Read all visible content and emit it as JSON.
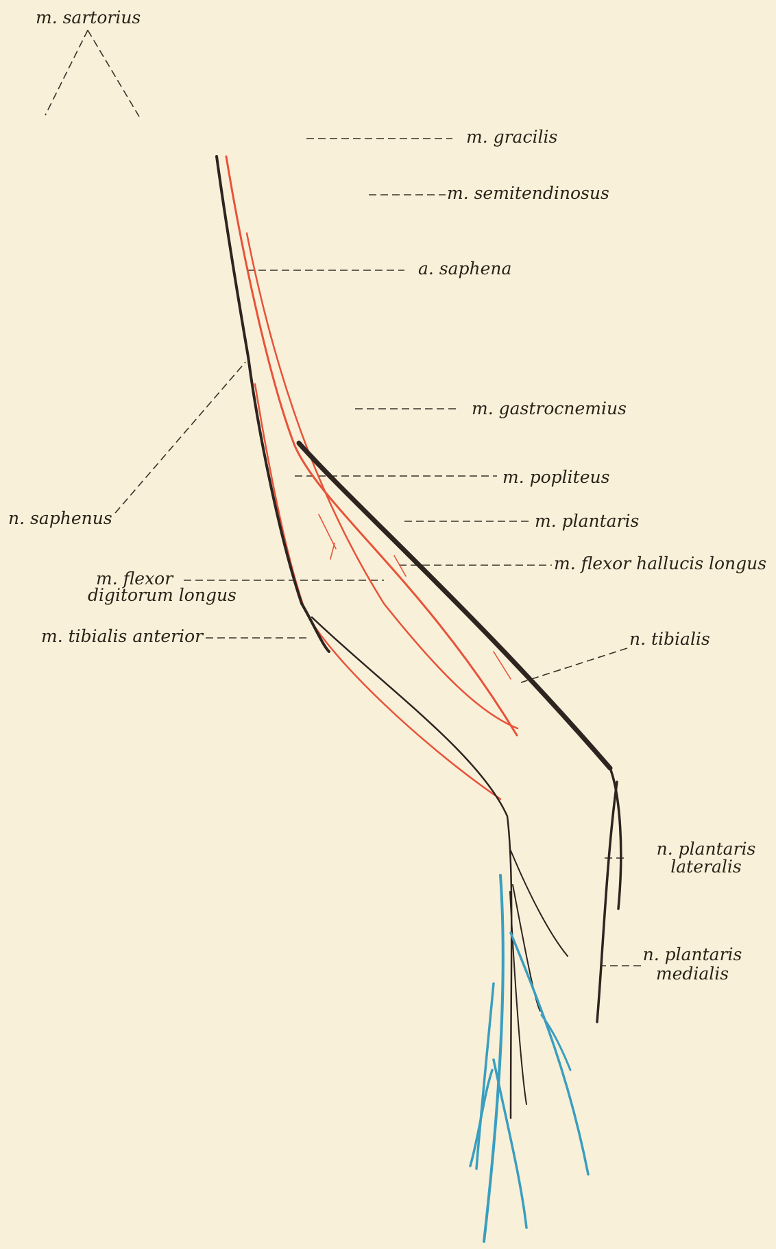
{
  "labels": {
    "sartorius": "m. sartorius",
    "gracilis": "m. gracilis",
    "semitendinosus": "m. semitendinosus",
    "saphena": "a. saphena",
    "gastrocnemius": "m. gastrocnemius",
    "popliteus": "m. popliteus",
    "plantaris": "m. plantaris",
    "flexor_hallucis_longus": "m. flexor hallucis longus",
    "saphenus": "n. saphenus",
    "flexor_digitorum_line1": "m. flexor",
    "flexor_digitorum_line2": "digitorum longus",
    "tibialis_anterior": "m. tibialis anterior",
    "tibialis": "n. tibialis",
    "plantaris_lateralis_line1": "n. plantaris",
    "plantaris_lateralis_line2": "lateralis",
    "plantaris_medialis_line1": "n. plantaris",
    "plantaris_medialis_line2": "medialis"
  },
  "colors": {
    "background": "#f8f0d8",
    "nerve": "#2e2420",
    "artery": "#e8523a",
    "vein": "#3a9ec0",
    "text": "#2a2218"
  }
}
